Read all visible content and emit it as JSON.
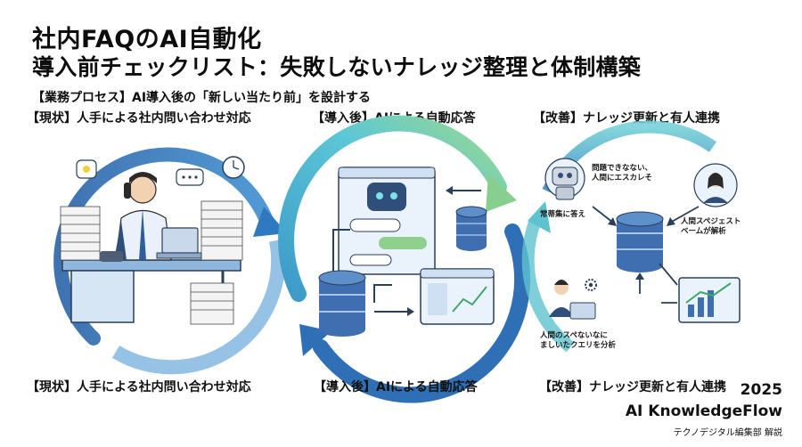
{
  "header": {
    "title_line1": "社内FAQのAI自動化",
    "title_line2": "導入前チェックリスト：失敗しないナレッジ整理と体制構築",
    "subtitle": "【業務プロセス】AI導入後の「新しい当たり前」を設計する"
  },
  "panels": [
    {
      "heading": "【現状】人手による社内問い合わせ対応",
      "footer": "【現状】人手による社内問い合わせ対応"
    },
    {
      "heading": "【導入後】AIによる自動応答",
      "footer": "【導入後】AIによる自動応答"
    },
    {
      "heading": "【改善】ナレッジ更新と有人連携",
      "footer": "【改善】ナレッジ更新と有人連携",
      "captions": {
        "escalation_line1": "問題できなない、",
        "escalation_line2": "人間にエスカレそ",
        "faq_answer": "常蒂集に答え",
        "staff_line1": "人間スペジェスト",
        "staff_line2": "ベームが解析",
        "analysis_line1": "人間のスペないなに",
        "analysis_line2": "ましいたクエリを分析"
      }
    }
  ],
  "brand": {
    "year": "2025",
    "name": "AI KnowledgeFlow",
    "credit": "テクノデジタル編集部 解説"
  },
  "colors": {
    "arrow_dark": "#2e6db3",
    "arrow_light": "#5cc7d6",
    "arrow_green": "#8fd08f",
    "db_blue": "#3f6fb0",
    "panel_blue": "#eaf2fb"
  }
}
